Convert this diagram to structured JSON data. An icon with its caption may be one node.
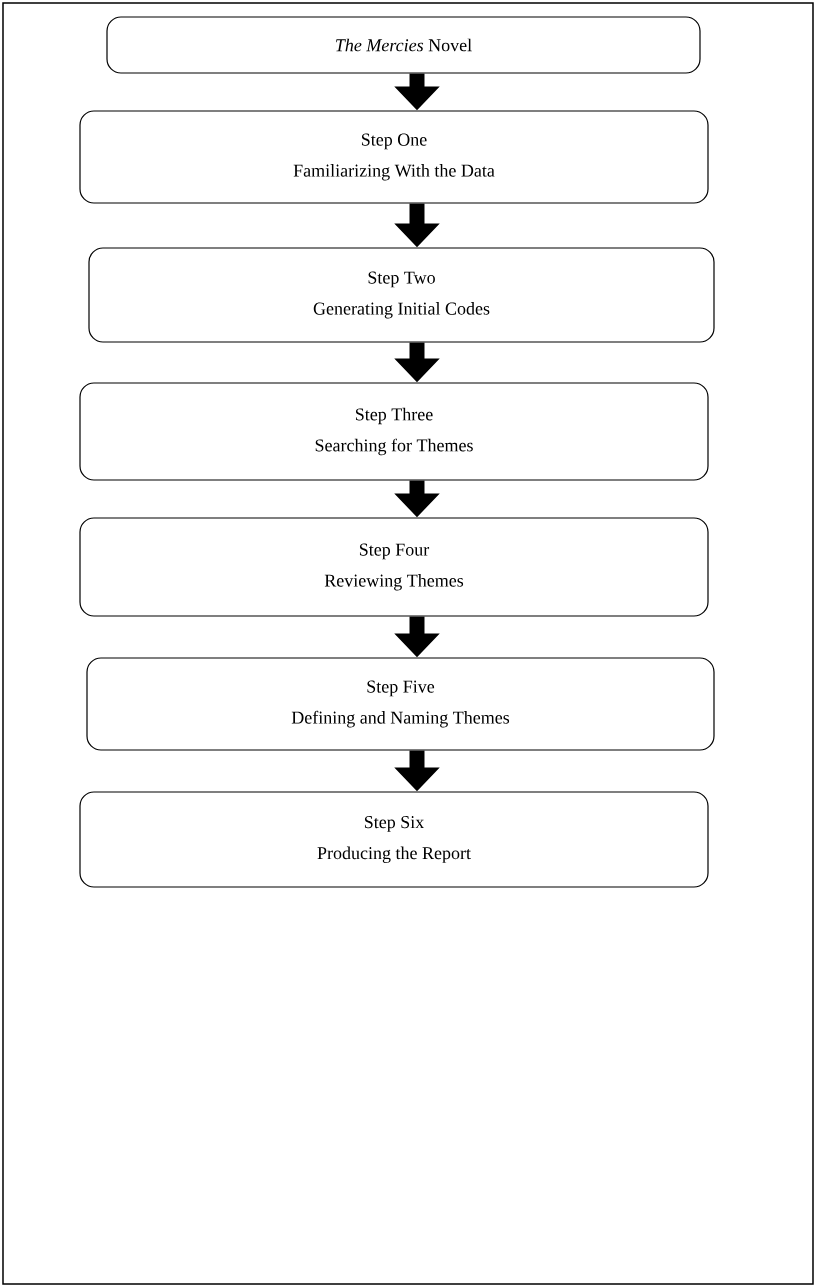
{
  "diagram": {
    "nodes": [
      {
        "text": [
          "*The Mercies* Novel"
        ]
      },
      {
        "text": [
          "Step One",
          "Familiarizing With the Data"
        ]
      },
      {
        "text": [
          "Step Two",
          "Generating Initial Codes"
        ]
      },
      {
        "text": [
          "Step Three",
          "Searching for Themes"
        ]
      },
      {
        "text": [
          "Step Four",
          "Reviewing Themes"
        ]
      },
      {
        "text": [
          "Step Five",
          "Defining and Naming Themes"
        ]
      },
      {
        "text": [
          "Step Six",
          "Producing the Report"
        ]
      }
    ],
    "edges": [
      {
        "from": 0,
        "to": 1,
        "arrow": "to"
      },
      {
        "from": 1,
        "to": 2,
        "arrow": "to"
      },
      {
        "from": 2,
        "to": 3,
        "arrow": "to"
      },
      {
        "from": 3,
        "to": 4,
        "arrow": "to"
      },
      {
        "from": 4,
        "to": 5,
        "arrow": "to"
      },
      {
        "from": 5,
        "to": 6,
        "arrow": "to"
      }
    ]
  }
}
